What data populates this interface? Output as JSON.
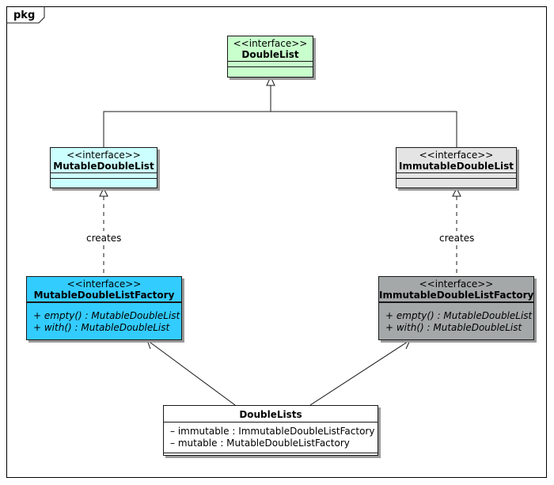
{
  "package": {
    "name": "pkg"
  },
  "colors": {
    "double_list": "#c8ffcc",
    "mutable_list": "#ccffff",
    "immutable_list": "#e4e4e4",
    "mutable_factory": "#33ccff",
    "immutable_factory": "#a4a8a8",
    "double_lists": "#ffffff",
    "line": "#181818"
  },
  "classes": {
    "double_list": {
      "stereotype": "<<interface>>",
      "name": "DoubleList"
    },
    "mutable_list": {
      "stereotype": "<<interface>>",
      "name": "MutableDoubleList"
    },
    "immutable_list": {
      "stereotype": "<<interface>>",
      "name": "ImmutableDoubleList"
    },
    "mutable_factory": {
      "stereotype": "<<interface>>",
      "name": "MutableDoubleListFactory",
      "operations": [
        "+ empty() : MutableDoubleList",
        "+ with() : MutableDoubleList"
      ]
    },
    "immutable_factory": {
      "stereotype": "<<interface>>",
      "name": "ImmutableDoubleListFactory",
      "operations": [
        "+ empty() : MutableDoubleList",
        "+ with() : MutableDoubleList"
      ]
    },
    "double_lists": {
      "name": "DoubleLists",
      "attributes": [
        "– immutable : ImmutableDoubleListFactory",
        "– mutable : MutableDoubleListFactory"
      ]
    }
  },
  "edge_labels": {
    "left_creates": "creates",
    "right_creates": "creates"
  }
}
